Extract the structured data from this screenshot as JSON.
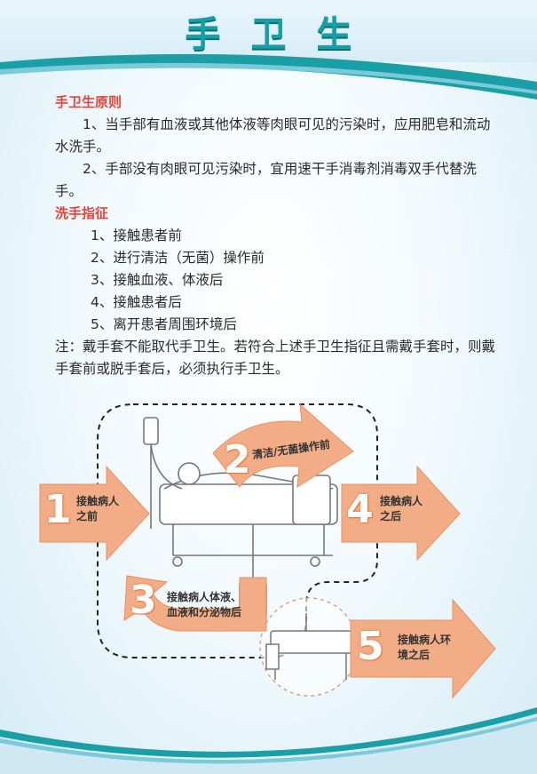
{
  "title": "手卫生",
  "principles": {
    "heading": "手卫生原则",
    "p1": "1、当手部有血液或其他体液等肉眼可见的污染时，应用肥皂和流动水洗手。",
    "p2": "2、手部没有肉眼可见污染时，宜用速干手消毒剂消毒双手代替洗手。"
  },
  "indications": {
    "heading": "洗手指征",
    "items": [
      "1、接触患者前",
      "2、进行清洁（无菌）操作前",
      "3、接触血液、体液后",
      "4、接触患者后",
      "5、离开患者周围环境后"
    ]
  },
  "note": "注：戴手套不能取代手卫生。若符合上述手卫生指征且需戴手套时，则戴手套前或脱手套后，必须执行手卫生。",
  "diagram": {
    "moments": [
      {
        "num": "1",
        "label_l1": "接触病人",
        "label_l2": "之前"
      },
      {
        "num": "2",
        "label_l1": "清洁/无菌操作前",
        "label_l2": ""
      },
      {
        "num": "3",
        "label_l1": "接触病人体液、",
        "label_l2": "血液和分泌物后"
      },
      {
        "num": "4",
        "label_l1": "接触病人",
        "label_l2": "之后"
      },
      {
        "num": "5",
        "label_l1": "接触病人环",
        "label_l2": "境之后"
      }
    ],
    "arrow_color": "#f2ad86",
    "arrow_dark": "#e47a3e"
  }
}
